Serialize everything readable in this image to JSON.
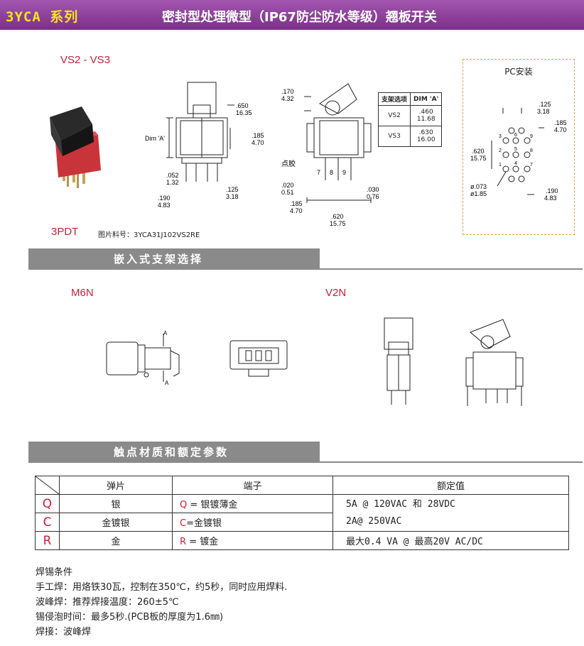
{
  "header": {
    "series": "3YCA 系列",
    "title": "密封型处理微型（IP67防尘防水等级）翘板开关"
  },
  "top": {
    "model_range": "VS2 - VS3",
    "model_type": "3PDT",
    "part_no": "图片料号：3YCA31J102VS2RE",
    "front_dims": {
      "d650": ".650",
      "d1635": "16.35",
      "dim_a": "Dim 'A'",
      "d185": ".185",
      "d470": "4.70",
      "d052": ".052",
      "d132": "1.32",
      "d125": ".125",
      "d318": "3.18",
      "d190": ".190",
      "d483": "4.83"
    },
    "side_dims": {
      "d170": ".170",
      "d432": "4.32",
      "glue": "点胶",
      "pin7": "7",
      "pin8": "8",
      "pin9": "9",
      "d020": ".020",
      "d051": "0.51",
      "d030": ".030",
      "d076": "0.76",
      "d185": ".185",
      "d470": "4.70",
      "d620": ".620",
      "d1575": "15.75"
    },
    "dim_table": {
      "header": [
        "支架选项",
        "DIM 'A'"
      ],
      "rows": [
        {
          "option": "VS2",
          "inch": ".460",
          "mm": "11.68"
        },
        {
          "option": "VS3",
          "inch": ".630",
          "mm": "16.00"
        }
      ]
    },
    "pc": {
      "title": "PC安装",
      "d125": ".125",
      "d318": "3.18",
      "d185": ".185",
      "d470": "4.70",
      "d620": ".620",
      "d1575": "15.75",
      "d073": "ø.073",
      "d185mm": "ø1.85",
      "d190": ".190",
      "d483": "4.83",
      "pins": [
        "1",
        "2",
        "3",
        "4",
        "5",
        "6",
        "7",
        "8",
        "9"
      ]
    }
  },
  "section1": {
    "title": "嵌入式支架选择",
    "m6n": "M6N",
    "v2n": "V2N",
    "a_top": "A",
    "a_bottom": "A"
  },
  "section2": {
    "title": "触点材质和额定参数",
    "headers": [
      "弹片",
      "端子",
      "额定值"
    ],
    "rows": [
      {
        "code": "Q",
        "contact": "银",
        "term_key": "Q",
        "term_text": "= 银镀薄金"
      },
      {
        "code": "C",
        "contact": "金镀银",
        "term_key": "C",
        "term_text": "=金镀银"
      },
      {
        "code": "R",
        "contact": "金",
        "term_key": "R",
        "term_text": "= 镀金"
      }
    ],
    "rating1": "5A @ 120VAC 和 28VDC",
    "rating2": "2A@ 250VAC",
    "rating3": "最大0.4 VA @ 最高20V AC/DC"
  },
  "solder": {
    "title": "焊锡条件",
    "lines": [
      "手工焊：用烙铁30瓦，控制在350℃，约5秒，同时应用焊料.",
      "波峰焊：推荐焊接温度：260±5℃",
      "锡侵泡时间：最多5秒.(PCB板的厚度为1.6㎜)",
      "焊接：波峰焊"
    ]
  },
  "colors": {
    "header_purple": "#8a3a97",
    "series_yellow": "#f6e21d",
    "accent_red": "#c8203a",
    "bar_gray": "#8a8a8a",
    "dash_orange": "#e8a23a"
  }
}
